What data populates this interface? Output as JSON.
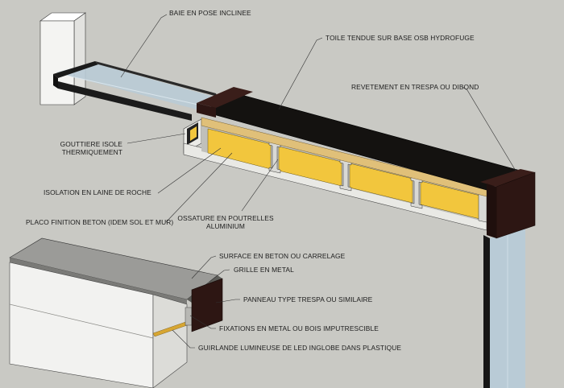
{
  "labels": {
    "baie": "BAIE EN POSE INCLINEE",
    "toile": "TOILE TENDUE SUR BASE OSB HYDROFUGE",
    "revetement": "REVETEMENT EN TRESPA OU DIBOND",
    "gouttiere_1": "GOUTTIERE ISOLE",
    "gouttiere_2": "THERMIQUEMENT",
    "isolation": "ISOLATION EN LAINE DE ROCHE",
    "placo": "PLACO FINITION BETON (IDEM SOL ET MUR)",
    "ossature_1": "OSSATURE EN POUTRELLES",
    "ossature_2": "ALUMINIUM",
    "surface": "SURFACE EN BETON OU CARRELAGE",
    "grille": "GRILLE EN METAL",
    "panneau": "PANNEAU TYPE TRESPA OU SIMILAIRE",
    "fixations": "FIXATIONS EN METAL OU BOIS IMPUTRESCIBLE",
    "guirlande": "GUIRLANDE LUMINEUSE DE LED INGLOBE DANS PLASTIQUE"
  },
  "colors": {
    "background": "#c9c9c4",
    "wall": "#f4f4f2",
    "glass": "#b9cbd6",
    "frame": "#1b1b1b",
    "insulation": "#f2c63d",
    "osb": "#e0c079",
    "trespa": "#2d1613",
    "concrete": "#9b9b98"
  }
}
